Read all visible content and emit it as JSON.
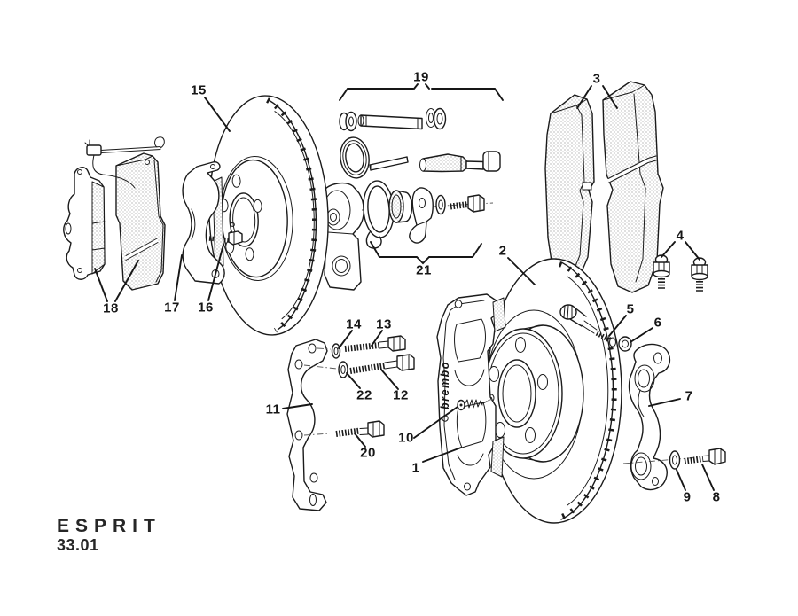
{
  "footer": {
    "model": "ESPRIT",
    "code": "33.01"
  },
  "caliper": {
    "brand": "brembo"
  },
  "callouts": {
    "c1": "1",
    "c2": "2",
    "c3": "3",
    "c4": "4",
    "c5": "5",
    "c6": "6",
    "c7": "7",
    "c8": "8",
    "c9": "9",
    "c10": "10",
    "c11": "11",
    "c12": "12",
    "c13": "13",
    "c14": "14",
    "c15": "15",
    "c16": "16",
    "c17": "17",
    "c18": "18",
    "c19": "19",
    "c20": "20",
    "c21": "21",
    "c22": "22"
  }
}
